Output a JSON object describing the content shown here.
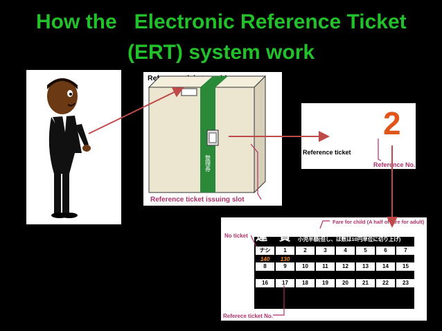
{
  "title": {
    "line1": "How the   Electronic Reference Ticket",
    "line2": "(ERT) system work"
  },
  "machine": {
    "label": "Reference ticket machine",
    "slot_label": "Reference ticket issuing slot"
  },
  "ticket": {
    "number": "2",
    "label": "Reference ticket",
    "number_label": "Reference No."
  },
  "fare_board": {
    "child_note": "Fare for child (A half of fare for adult)",
    "no_ticket_label": "No ticket",
    "heading": "運 賃",
    "heading_note": "小児半額(但し、は数は10円単位に切り上げ)",
    "row1": [
      "ナシ",
      "1",
      "2",
      "3",
      "4",
      "5",
      "6",
      "7"
    ],
    "row2": [
      "140",
      "130"
    ],
    "row3": [
      "8",
      "9",
      "10",
      "11",
      "12",
      "13",
      "14",
      "15"
    ],
    "row4": [
      "16",
      "17",
      "18",
      "19",
      "20",
      "21",
      "22",
      "23"
    ],
    "ticket_no_label": "Referece ticket No."
  },
  "colors": {
    "title": "#22c02a",
    "arrow": "#c04a4a",
    "accent_pink": "#b0306a",
    "machine_band": "#2a8a3a"
  }
}
